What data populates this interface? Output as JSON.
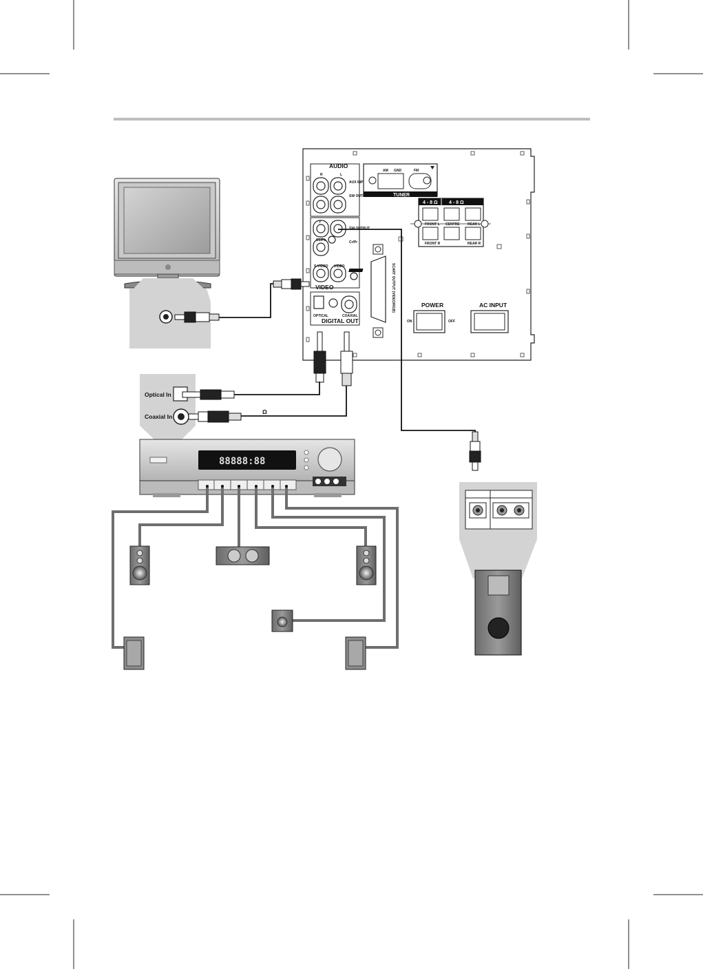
{
  "panel": {
    "audio_title": "AUDIO",
    "audio_r": "R",
    "audio_l": "L",
    "aux_input": "AUX INPUT",
    "sw_output": "SW OUTPUT",
    "y_label": "Y",
    "cb_pb": "Cb/Pb",
    "cr_pr": "Cr/Pr",
    "sw_output2": "SW OUTPUT",
    "s_video": "S-VIDEO",
    "video_jack": "VIDEO",
    "video_title": "VIDEO",
    "optical": "OPTICAL",
    "coaxial": "COAXIAL",
    "digital_out": "DIGITAL OUT",
    "tuner": "TUNER",
    "am": "AM",
    "gnd": "GND",
    "fm": "FM",
    "ohm_left": "4 - 8 Ω",
    "ohm_right": "4 - 8 Ω",
    "front_l": "FRONT L",
    "centre": "CENTRE",
    "rear_l": "REAR L",
    "front_r": "FRONT R",
    "rear_r": "REAR R",
    "power": "POWER",
    "on": "ON",
    "off": "OFF",
    "ac_input": "AC INPUT",
    "scart": "SCART OUTPUT (VIDEO/RGB)"
  },
  "receiver": {
    "optical_in": "Optical In",
    "coaxial_in": "Coaxial In",
    "omega": "Ω",
    "display": "88888:88"
  },
  "icons": {
    "tv": "tv-icon",
    "amplifier": "receiver-icon",
    "subwoofer": "subwoofer-icon",
    "speaker": "speaker-icon"
  }
}
